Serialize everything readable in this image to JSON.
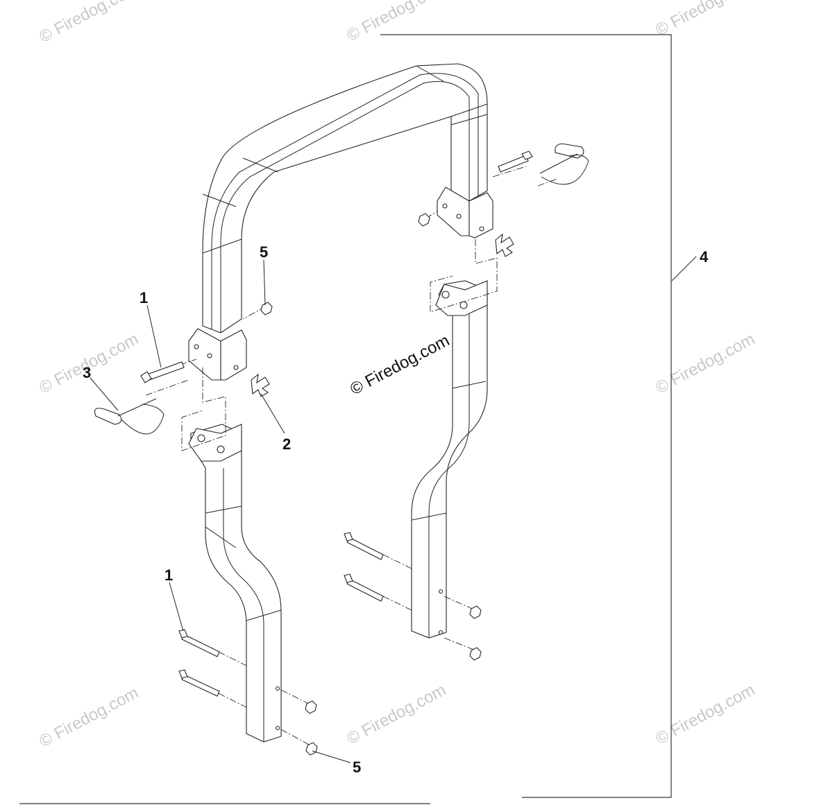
{
  "diagram": {
    "callouts": {
      "c1_upper": "1",
      "c1_lower": "1",
      "c2": "2",
      "c3": "3",
      "c4": "4",
      "c5_upper": "5",
      "c5_lower": "5"
    },
    "center_watermark": "© Firedog.com",
    "watermark_text": "© Firedog.com",
    "colors": {
      "ink": "#222222",
      "watermark": "#c8c8c8",
      "background": "#ffffff"
    }
  }
}
